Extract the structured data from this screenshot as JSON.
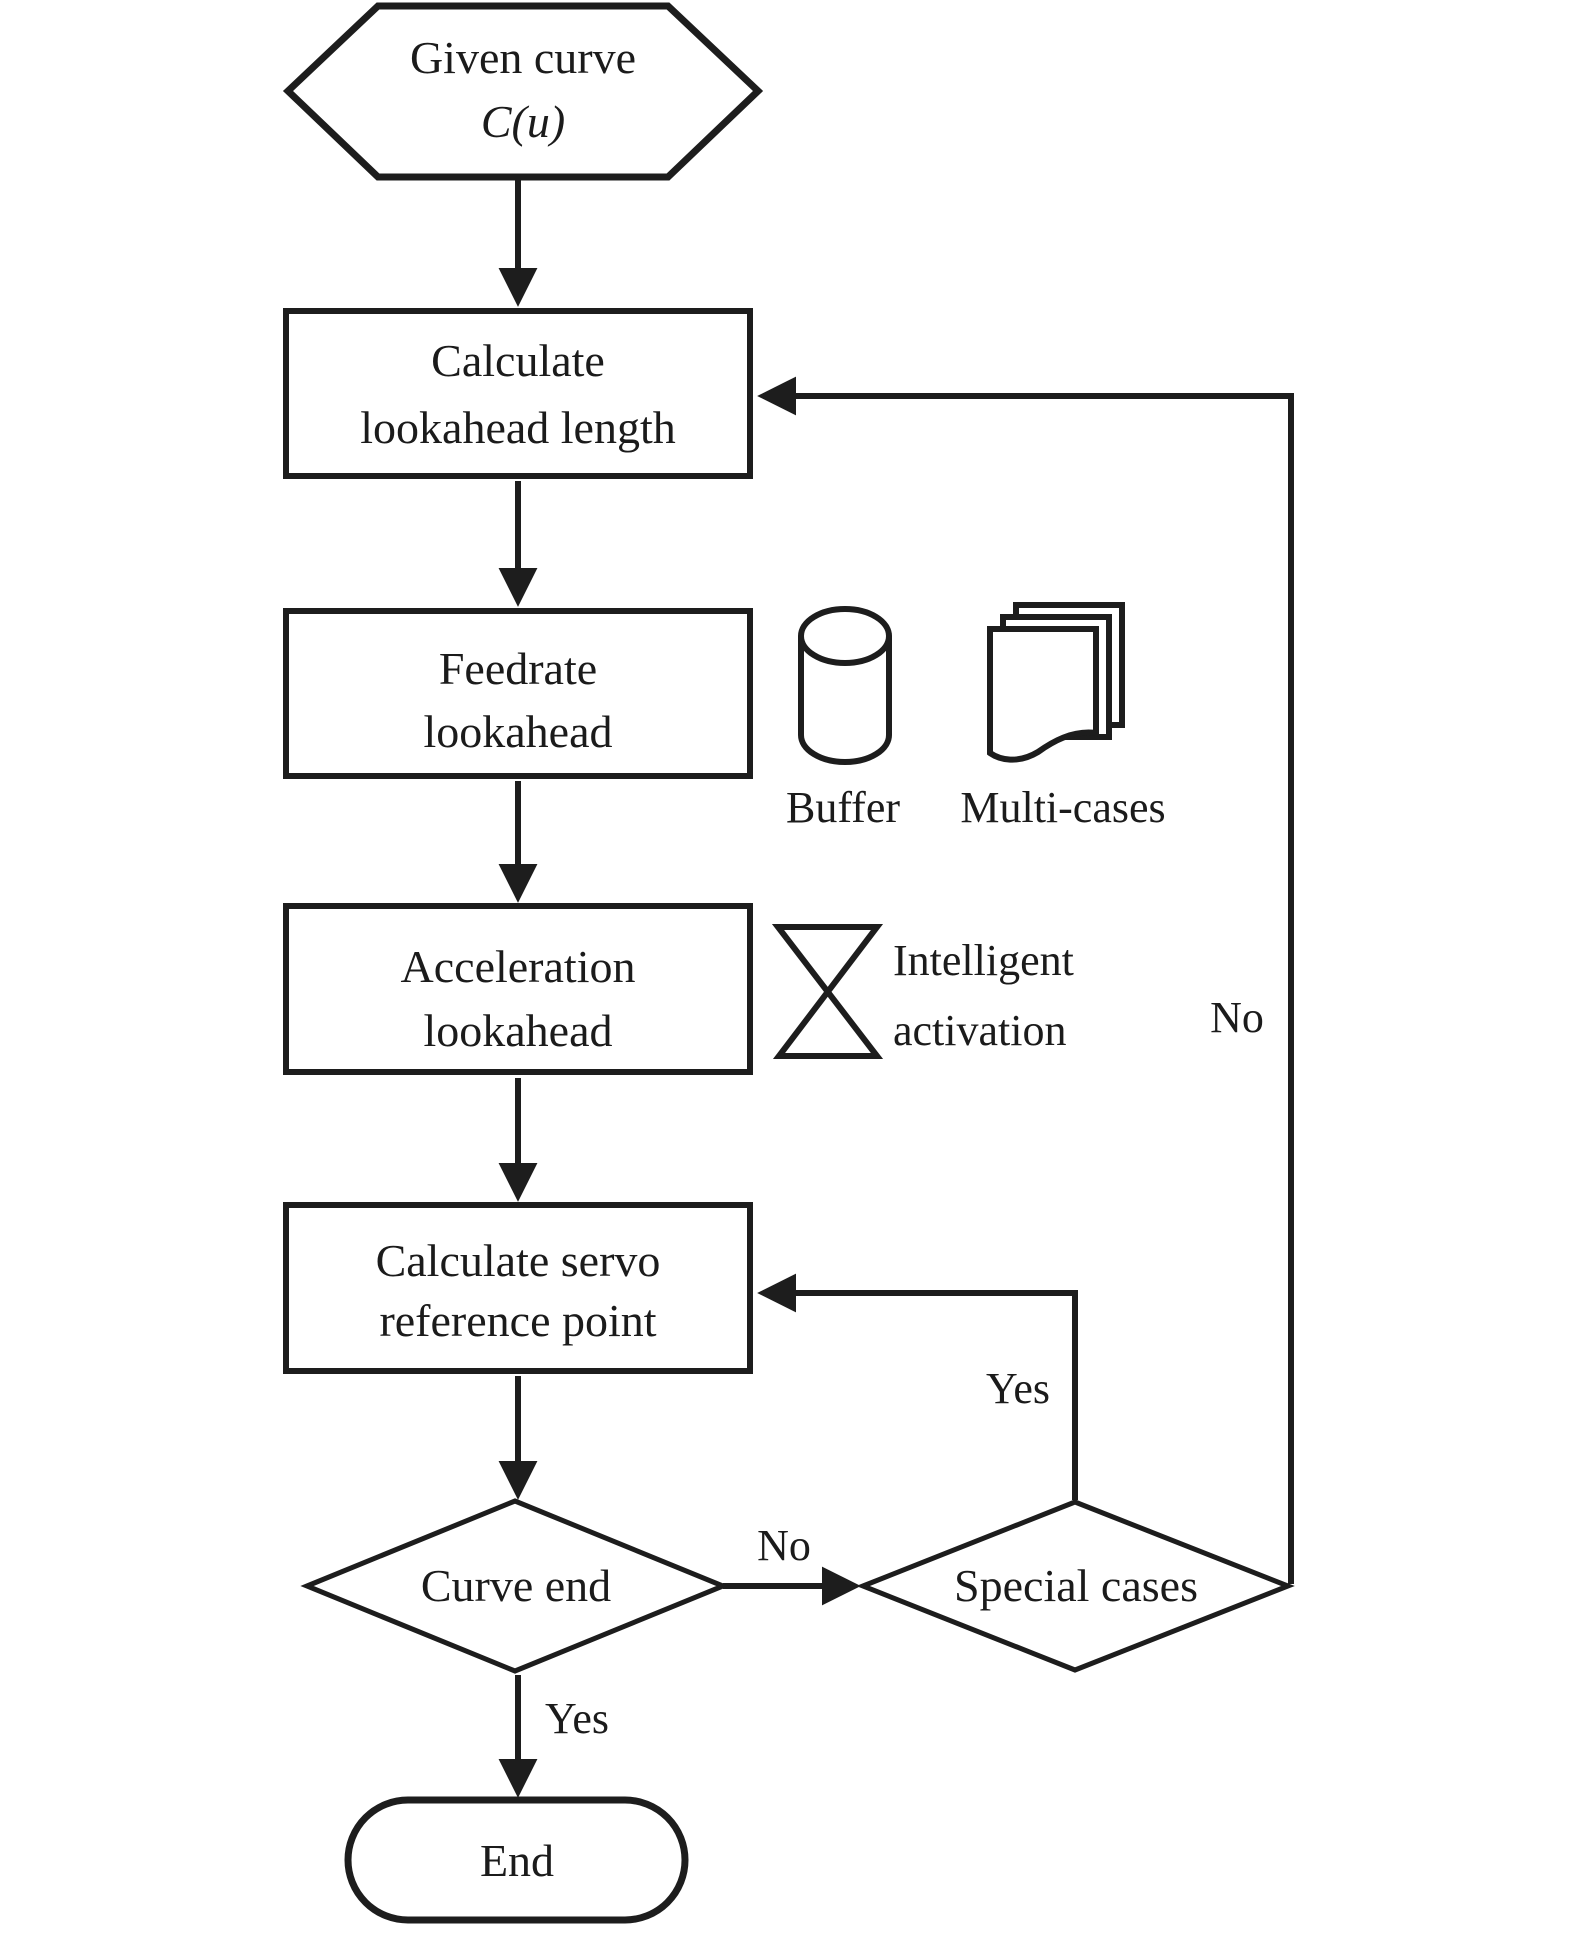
{
  "diagram": {
    "type": "flowchart",
    "colors": {
      "ink": "#1d1d1d",
      "background": "#ffffff"
    },
    "nodes": {
      "given_curve": {
        "shape": "hexagon",
        "line1": "Given curve",
        "line2": "C(u)"
      },
      "calc_lookahead": {
        "shape": "process",
        "line1": "Calculate",
        "line2": "lookahead length"
      },
      "feedrate": {
        "shape": "process",
        "line1": "Feedrate",
        "line2": "lookahead"
      },
      "acceleration": {
        "shape": "process",
        "line1": "Acceleration",
        "line2": "lookahead"
      },
      "calc_servo": {
        "shape": "process",
        "line1": "Calculate servo",
        "line2": "reference point"
      },
      "curve_end": {
        "shape": "decision",
        "label": "Curve end"
      },
      "special_cases": {
        "shape": "decision",
        "label": "Special cases"
      },
      "end_node": {
        "shape": "terminator",
        "label": "End"
      }
    },
    "annotations": {
      "buffer_label": "Buffer",
      "multi_cases_label": "Multi-cases",
      "intelligent_line1": "Intelligent",
      "intelligent_line2": "activation"
    },
    "branch_labels": {
      "curve_end_no": "No",
      "curve_end_yes": "Yes",
      "special_cases_yes": "Yes",
      "special_cases_no": "No"
    },
    "icons": {
      "buffer": "cylinder-icon",
      "multi_cases": "stacked-documents-icon",
      "intelligent": "hourglass-icon"
    }
  }
}
